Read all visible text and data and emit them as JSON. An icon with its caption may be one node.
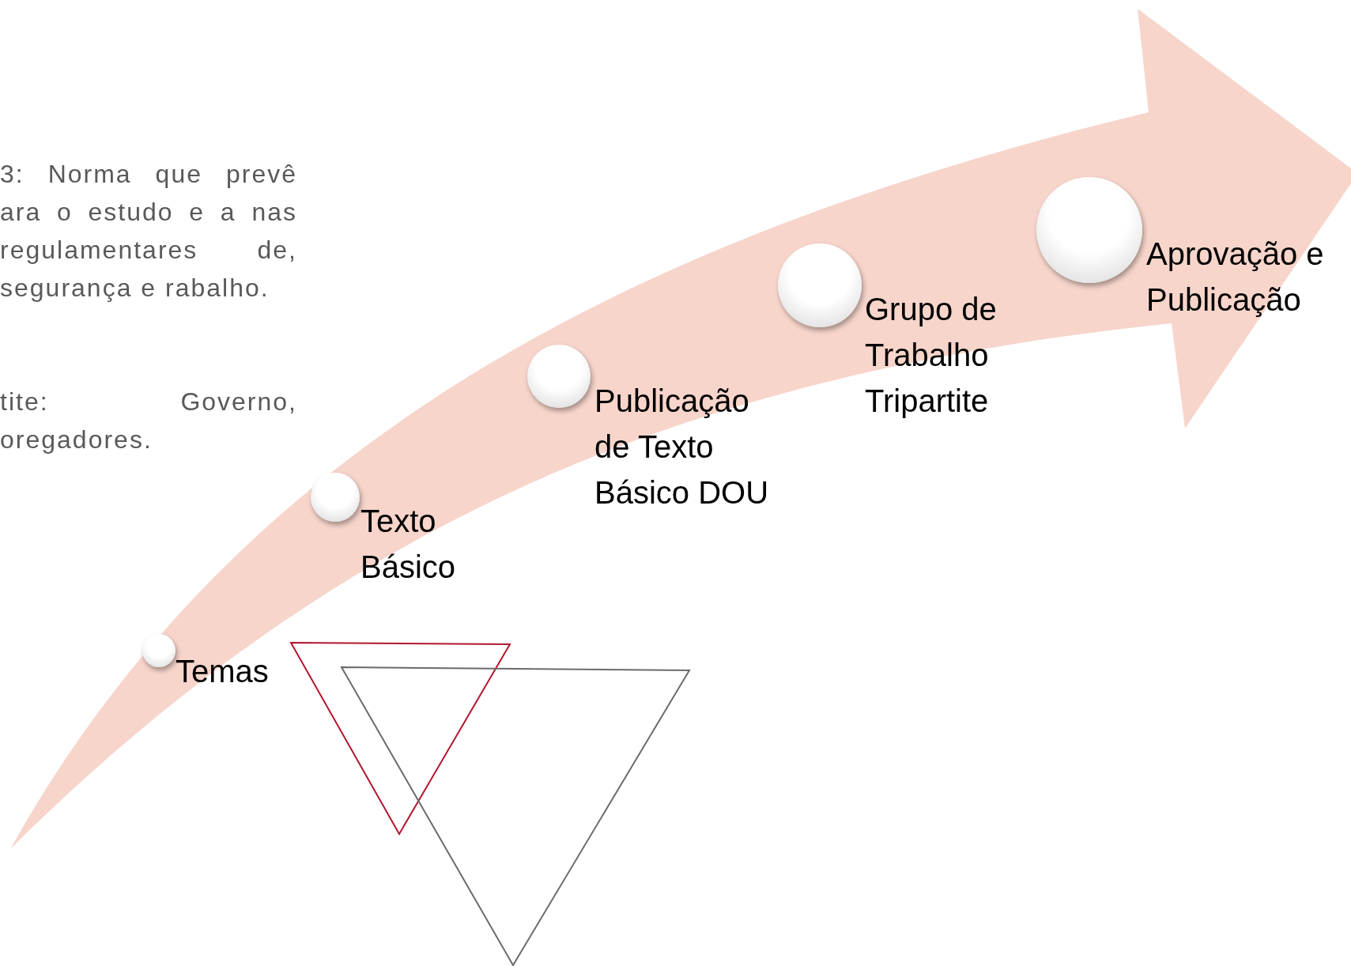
{
  "diagram": {
    "nodes": [
      {
        "text": [],
        "shape": "circle",
        "beside": [
          "Temas"
        ]
      },
      {
        "text": [],
        "shape": "circle",
        "beside": [
          "Texto Básico"
        ]
      },
      {
        "text": [],
        "shape": "circle",
        "beside": [
          "Publicação de Texto Básico DOU"
        ]
      },
      {
        "text": [],
        "shape": "circle",
        "beside": [
          "Grupo de Trabalho Tripartite"
        ]
      },
      {
        "text": [],
        "shape": "circle",
        "beside": [
          "Aprovação e Publicação"
        ]
      },
      {
        "text": [],
        "shape": "triangle"
      },
      {
        "text": [],
        "shape": "triangle"
      }
    ],
    "edges": [],
    "labels": [
      "3: Norma que prevê ara o estudo e a nas regulamentares de, segurança e rabalho.",
      "tite: Governo, oregadores."
    ]
  }
}
